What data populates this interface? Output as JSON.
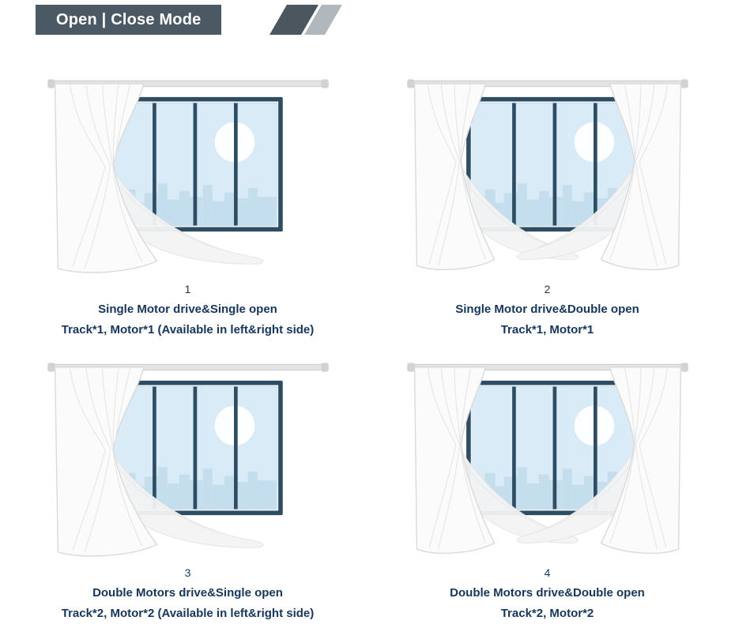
{
  "header": {
    "title": "Open | Close Mode"
  },
  "panels": [
    {
      "number": "1",
      "title": "Single Motor drive&Single open",
      "subtitle": "Track*1, Motor*1 (Available in left&right side)",
      "variant": "single-open"
    },
    {
      "number": "2",
      "title": "Single Motor drive&Double open",
      "subtitle": "Track*1, Motor*1",
      "variant": "double-open"
    },
    {
      "number": "3",
      "title": "Double Motors drive&Single open",
      "subtitle": "Track*2, Motor*2 (Available in left&right side)",
      "variant": "single-open"
    },
    {
      "number": "4",
      "title": "Double Motors drive&Double open",
      "subtitle": "Track*2, Motor*2",
      "variant": "double-open"
    }
  ],
  "colors": {
    "banner_bg": "#4a5963",
    "banner_text": "#ffffff",
    "slash_dark": "#4b565e",
    "slash_light": "#b0b8bd",
    "window_frame": "#2e4d63",
    "window_glass": "#d9ebf7",
    "skyline": "#c5deee",
    "moon": "#fcfeff",
    "curtain": "#fbfbfb",
    "caption_text": "#16365c"
  }
}
